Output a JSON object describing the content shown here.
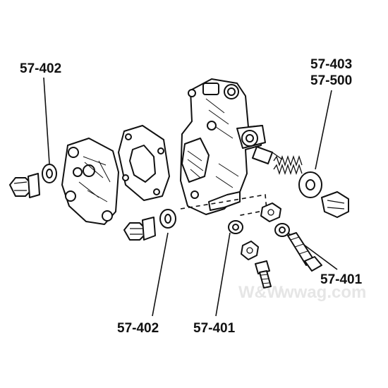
{
  "labels": {
    "top_left": "57-402",
    "top_right_1": "57-403",
    "top_right_2": "57-500",
    "bottom_left": "57-402",
    "bottom_center": "57-401",
    "bottom_right": "57-401"
  },
  "watermark": {
    "text": "wwag.com",
    "logo": "W&W"
  }
}
